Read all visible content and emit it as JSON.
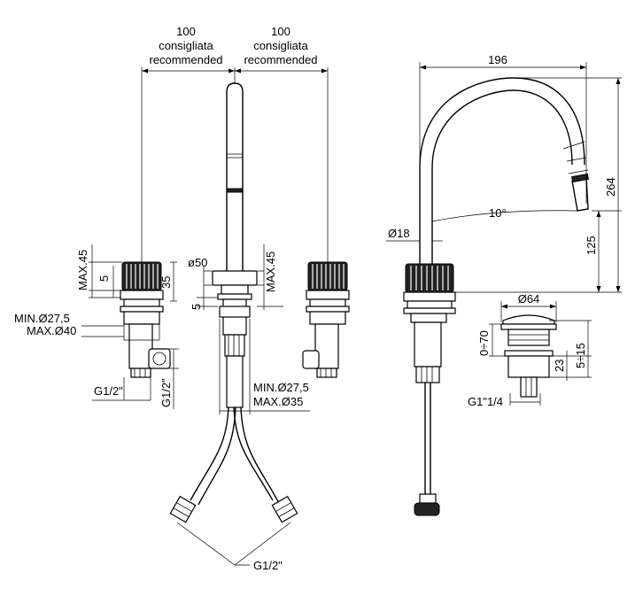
{
  "labels": {
    "spacing_left_value": "100",
    "spacing_left_word1": "consigliata",
    "spacing_left_word2": "recommended",
    "spacing_right_value": "100",
    "spacing_right_word1": "consigliata",
    "spacing_right_word2": "recommended",
    "max45_left": "MAX.45",
    "five_left": "5",
    "thirtyfive": "35",
    "min_hole_left": "MIN.Ø27,5",
    "max_hole_left": "MAX.Ø40",
    "g12_left": "G1/2\"",
    "g12_left_vert": "G1/2\"",
    "dia50": "ø50",
    "max45_center": "MAX.45",
    "five_center": "5",
    "min_hole_center": "MIN.Ø27,5",
    "max_hole_center": "MAX.Ø35",
    "g12_bottom": "G1/2\"",
    "width196": "196",
    "height264": "264",
    "height125": "125",
    "angle10": "10°",
    "dia18": "Ø18",
    "dia64": "Ø64",
    "range0_70": "0÷70",
    "h23": "23",
    "range5_15": "5÷15",
    "g1_14": "G1\"1/4"
  }
}
